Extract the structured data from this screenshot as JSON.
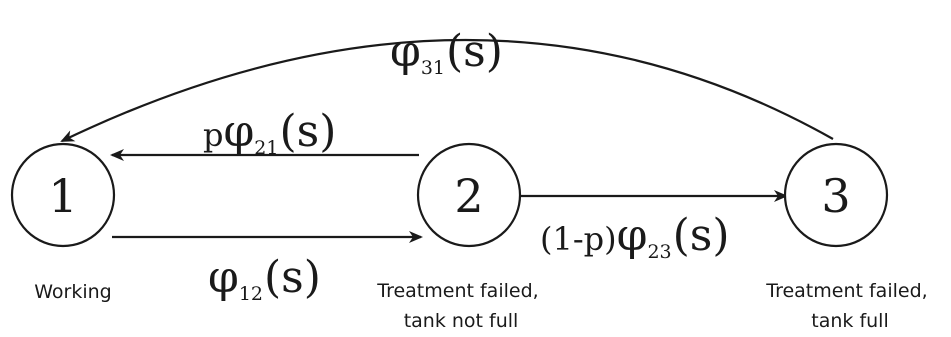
{
  "states": [
    {
      "id": "s1",
      "number": "1",
      "label_lines": [
        "Working"
      ]
    },
    {
      "id": "s2",
      "number": "2",
      "label_lines": [
        "Treatment failed,",
        "tank not full"
      ]
    },
    {
      "id": "s3",
      "number": "3",
      "label_lines": [
        "Treatment failed,",
        "tank full"
      ]
    }
  ],
  "transitions": {
    "t31": {
      "from": "3",
      "to": "1",
      "prefix": "",
      "symbol": "φ",
      "subscript": "31",
      "arg": "(s)"
    },
    "t21": {
      "from": "2",
      "to": "1",
      "prefix": "p",
      "symbol": "φ",
      "subscript": "21",
      "arg": "(s)"
    },
    "t12": {
      "from": "1",
      "to": "2",
      "prefix": "",
      "symbol": "φ",
      "subscript": "12",
      "arg": "(s)"
    },
    "t23": {
      "from": "2",
      "to": "3",
      "prefix": "(1-p)",
      "symbol": "φ",
      "subscript": "23",
      "arg": "(s)"
    }
  }
}
